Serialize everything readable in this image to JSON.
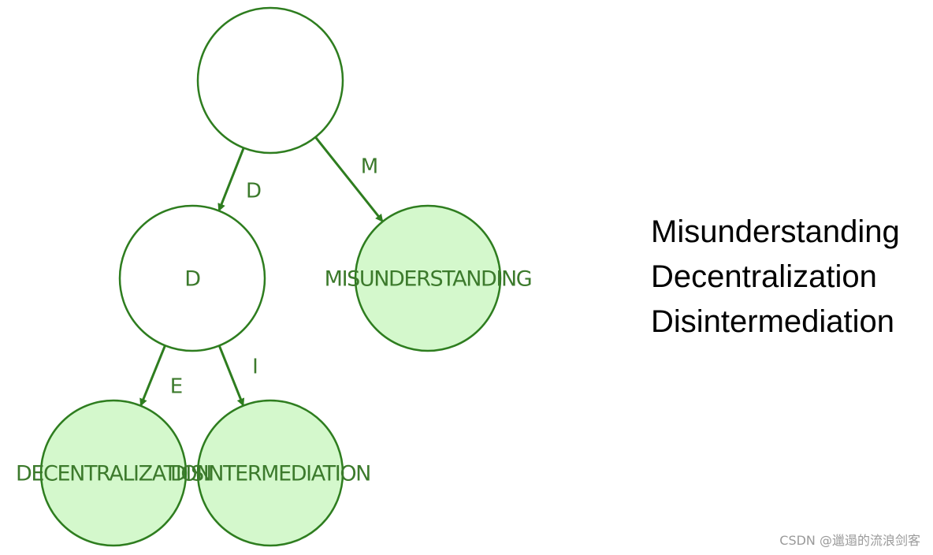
{
  "colors": {
    "stroke": "#2e7d1f",
    "label": "#3c7a2c",
    "leaf_fill": "#d4f8cc",
    "inner_fill": "#ffffff"
  },
  "nodes": [
    {
      "id": "root",
      "label": "",
      "leaf": false
    },
    {
      "id": "d",
      "label": "D",
      "leaf": false
    },
    {
      "id": "misunderstanding",
      "label": "MISUNDERSTANDING",
      "leaf": true
    },
    {
      "id": "decentralization",
      "label": "DECENTRALIZATION",
      "leaf": true
    },
    {
      "id": "disintermediation",
      "label": "DISINTERMEDIATION",
      "leaf": true
    }
  ],
  "edges": [
    {
      "from": "root",
      "to": "d",
      "label": "D"
    },
    {
      "from": "root",
      "to": "misunderstanding",
      "label": "M"
    },
    {
      "from": "d",
      "to": "decentralization",
      "label": "E"
    },
    {
      "from": "d",
      "to": "disintermediation",
      "label": "I"
    }
  ],
  "words": [
    "Misunderstanding",
    "Decentralization",
    "Disintermediation"
  ],
  "watermark": "CSDN @邋遢的流浪剑客"
}
